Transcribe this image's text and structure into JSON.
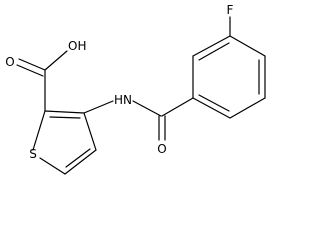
{
  "molecule": {
    "atom_labels": {
      "fluorine": "F",
      "hydroxyl": "OH",
      "carboxyl_oxygen": "O",
      "amide_nh": "HN",
      "amide_oxygen": "O",
      "sulfur": "S"
    }
  }
}
